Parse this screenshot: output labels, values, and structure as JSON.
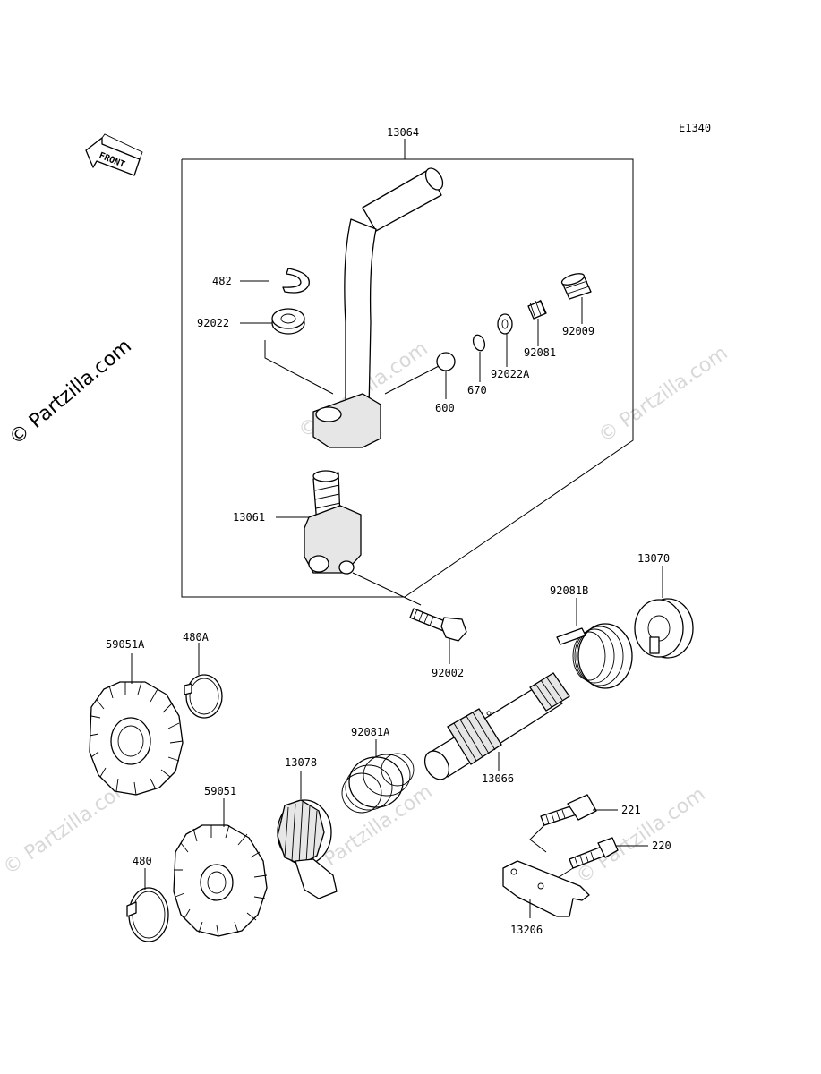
{
  "diagram_code": "E1340",
  "front_label": "FRONT",
  "watermarks": {
    "main": "© Partzilla.com",
    "repeat": "© Partzilla.com"
  },
  "parts": {
    "p13064": "13064",
    "p482": "482",
    "p92022": "92022",
    "p92009": "92009",
    "p92081": "92081",
    "p92022A": "92022A",
    "p670": "670",
    "p600": "600",
    "p13061": "13061",
    "p13070": "13070",
    "p92081B": "92081B",
    "p92002": "92002",
    "p59051A": "59051A",
    "p480A": "480A",
    "p92081A": "92081A",
    "p13066": "13066",
    "p13078": "13078",
    "p59051": "59051",
    "p221": "221",
    "p220": "220",
    "p480": "480",
    "p13206": "13206"
  }
}
